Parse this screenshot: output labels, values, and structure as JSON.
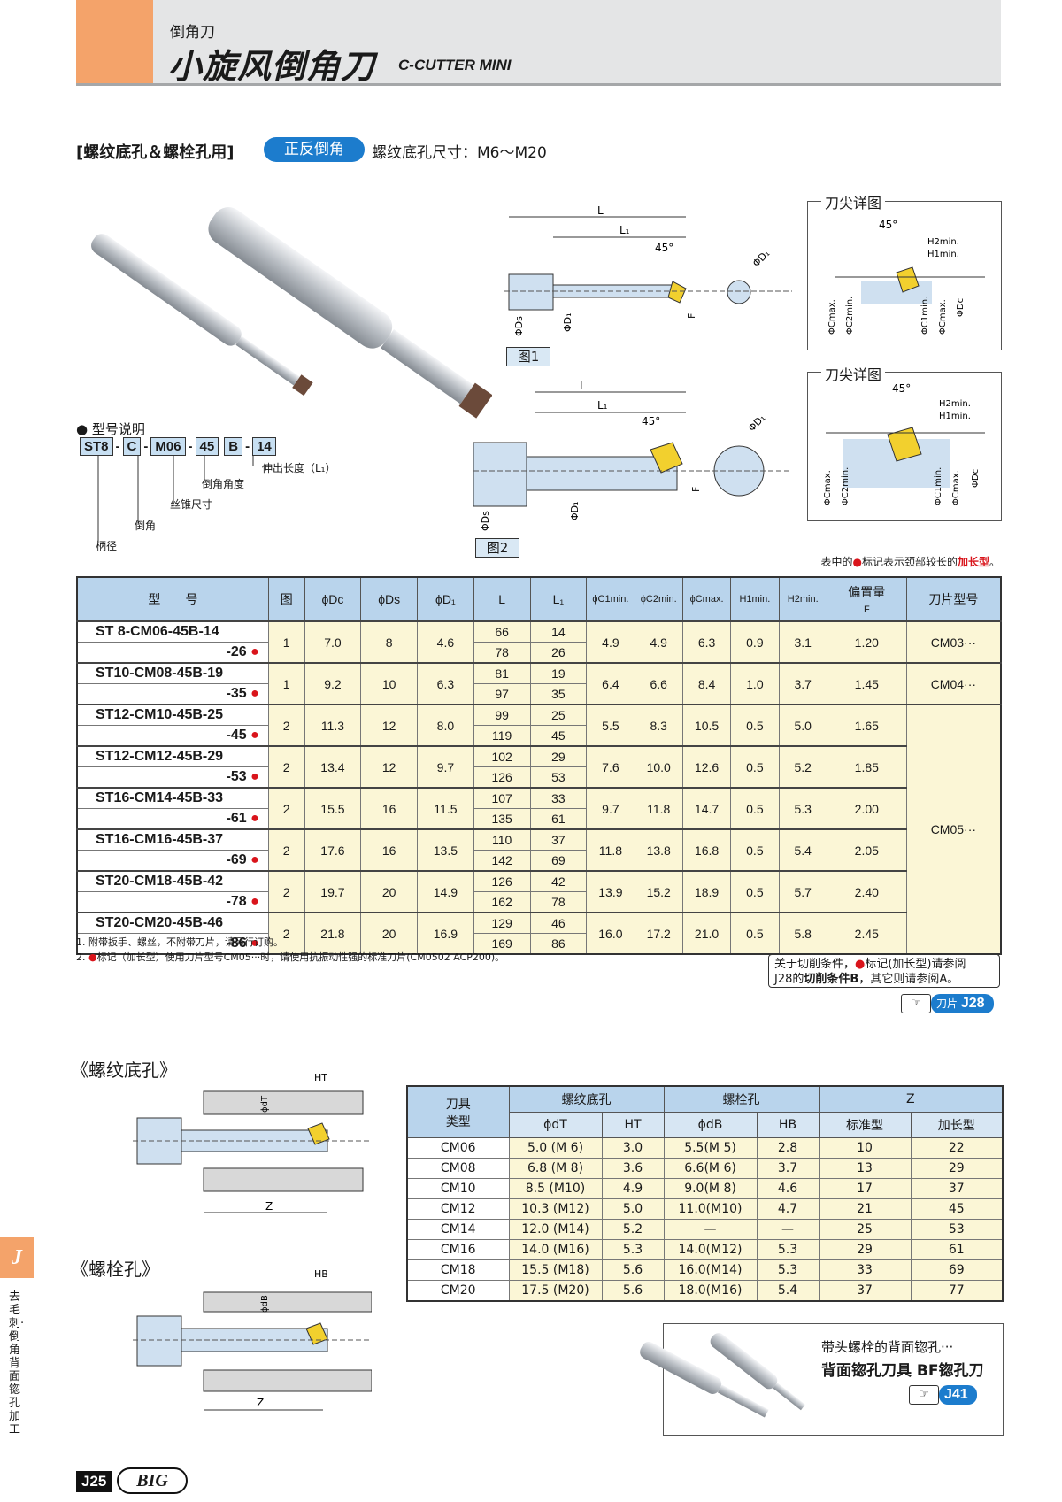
{
  "header": {
    "category": "倒角刀",
    "title": "小旋风倒角刀",
    "title_en": "C-CUTTER MINI"
  },
  "intro": {
    "section_label": "[螺纹底孔＆螺栓孔用]",
    "pill": "正反倒角",
    "size_text": "螺纹底孔尺寸：M6～M20"
  },
  "diagrams": {
    "tip_detail_title": "刀尖详图",
    "fig1_label": "图1",
    "fig2_label": "图2",
    "dim_L": "L",
    "dim_L1": "L₁",
    "angle": "45°",
    "phi_D1": "ΦD₁",
    "phi_Ds": "ΦDs",
    "F": "F",
    "H2min": "H2min.",
    "H1min": "H1min.",
    "phi_Dc": "ΦDc",
    "phi_Cmax": "ΦCmax.",
    "phi_C2min": "ΦC2min.",
    "phi_C1min": "ΦC1min."
  },
  "model_explain": {
    "title": "● 型号说明",
    "codes": [
      "ST8",
      "C",
      "M06",
      "45",
      "B",
      "14"
    ],
    "notes": {
      "shank": "柄径",
      "chamfer": "倒角",
      "tap": "丝锥尺寸",
      "angle": "倒角角度",
      "length": "伸出长度（L₁）"
    }
  },
  "table_note": {
    "prefix": "表中的",
    "mid": "标记表示颈部较长的",
    "highlight": "加长型",
    "suffix": "。"
  },
  "table1": {
    "headers": [
      "型　　号",
      "图",
      "ϕDc",
      "ϕDs",
      "ϕD₁",
      "L",
      "L₁",
      "ϕC1min.",
      "ϕC2min.",
      "ϕCmax.",
      "H1min.",
      "H2min.",
      "偏置量",
      "F",
      "刀片型号"
    ],
    "rows": [
      {
        "model": "ST 8-CM06-45B-14",
        "ext": "-26",
        "fig": "1",
        "dc": "7.0",
        "ds": "8",
        "d1": "4.6",
        "L": [
          "66",
          "78"
        ],
        "L1": [
          "14",
          "26"
        ],
        "c1": "4.9",
        "c2": "4.9",
        "cmax": "6.3",
        "h1": "0.9",
        "h2": "3.1",
        "f": "1.20",
        "insert": "CM03···"
      },
      {
        "model": "ST10-CM08-45B-19",
        "ext": "-35",
        "fig": "1",
        "dc": "9.2",
        "ds": "10",
        "d1": "6.3",
        "L": [
          "81",
          "97"
        ],
        "L1": [
          "19",
          "35"
        ],
        "c1": "6.4",
        "c2": "6.6",
        "cmax": "8.4",
        "h1": "1.0",
        "h2": "3.7",
        "f": "1.45",
        "insert": "CM04···"
      },
      {
        "model": "ST12-CM10-45B-25",
        "ext": "-45",
        "fig": "2",
        "dc": "11.3",
        "ds": "12",
        "d1": "8.0",
        "L": [
          "99",
          "119"
        ],
        "L1": [
          "25",
          "45"
        ],
        "c1": "5.5",
        "c2": "8.3",
        "cmax": "10.5",
        "h1": "0.5",
        "h2": "5.0",
        "f": "1.65",
        "insert": ""
      },
      {
        "model": "ST12-CM12-45B-29",
        "ext": "-53",
        "fig": "2",
        "dc": "13.4",
        "ds": "12",
        "d1": "9.7",
        "L": [
          "102",
          "126"
        ],
        "L1": [
          "29",
          "53"
        ],
        "c1": "7.6",
        "c2": "10.0",
        "cmax": "12.6",
        "h1": "0.5",
        "h2": "5.2",
        "f": "1.85",
        "insert": ""
      },
      {
        "model": "ST16-CM14-45B-33",
        "ext": "-61",
        "fig": "2",
        "dc": "15.5",
        "ds": "16",
        "d1": "11.5",
        "L": [
          "107",
          "135"
        ],
        "L1": [
          "33",
          "61"
        ],
        "c1": "9.7",
        "c2": "11.8",
        "cmax": "14.7",
        "h1": "0.5",
        "h2": "5.3",
        "f": "2.00",
        "insert": ""
      },
      {
        "model": "ST16-CM16-45B-37",
        "ext": "-69",
        "fig": "2",
        "dc": "17.6",
        "ds": "16",
        "d1": "13.5",
        "L": [
          "110",
          "142"
        ],
        "L1": [
          "37",
          "69"
        ],
        "c1": "11.8",
        "c2": "13.8",
        "cmax": "16.8",
        "h1": "0.5",
        "h2": "5.4",
        "f": "2.05",
        "insert": ""
      },
      {
        "model": "ST20-CM18-45B-42",
        "ext": "-78",
        "fig": "2",
        "dc": "19.7",
        "ds": "20",
        "d1": "14.9",
        "L": [
          "126",
          "162"
        ],
        "L1": [
          "42",
          "78"
        ],
        "c1": "13.9",
        "c2": "15.2",
        "cmax": "18.9",
        "h1": "0.5",
        "h2": "5.7",
        "f": "2.40",
        "insert": ""
      },
      {
        "model": "ST20-CM20-45B-46",
        "ext": "-86",
        "fig": "2",
        "dc": "21.8",
        "ds": "20",
        "d1": "16.9",
        "L": [
          "129",
          "169"
        ],
        "L1": [
          "46",
          "86"
        ],
        "c1": "16.0",
        "c2": "17.2",
        "cmax": "21.0",
        "h1": "0.5",
        "h2": "5.8",
        "f": "2.45",
        "insert": ""
      }
    ],
    "merged_insert": "CM05···"
  },
  "notes": {
    "n1": "1. 附带扳手、螺丝，不附带刀片，请另行订购。",
    "n2a": "2. ",
    "n2b": "标记（加长型）使用刀片型号CM05···时，请使用抗振动性强的标准刀片(CM0502 ACP200)。"
  },
  "cut_box": {
    "line1a": "关于切削条件，",
    "line1b": "标记(加长型)请参阅",
    "line2a": "J28的",
    "line2b": "切削条件B",
    "line2c": "，其它则请参阅A。"
  },
  "refs": {
    "insert_label": "刀片",
    "insert_page": "J28",
    "promo_page": "J41"
  },
  "bottom": {
    "thread_title": "《螺纹底孔》",
    "bolt_title": "《螺栓孔》",
    "dim_HT": "HT",
    "dim_HB": "HB",
    "dim_dT": "ϕdT",
    "dim_dB": "ϕdB",
    "dim_Z": "Z"
  },
  "table2": {
    "h_type": "刀具\n类型",
    "h_thread": "螺纹底孔",
    "h_bolt": "螺栓孔",
    "h_z": "Z",
    "h_dT": "ϕdT",
    "h_HT": "HT",
    "h_dB": "ϕdB",
    "h_HB": "HB",
    "h_std": "标准型",
    "h_ext": "加长型",
    "rows": [
      [
        "CM06",
        "5.0 (M 6)",
        "3.0",
        "5.5(M 5)",
        "2.8",
        "10",
        "22"
      ],
      [
        "CM08",
        "6.8 (M 8)",
        "3.6",
        "6.6(M 6)",
        "3.7",
        "13",
        "29"
      ],
      [
        "CM10",
        "8.5 (M10)",
        "4.9",
        "9.0(M 8)",
        "4.6",
        "17",
        "37"
      ],
      [
        "CM12",
        "10.3 (M12)",
        "5.0",
        "11.0(M10)",
        "4.7",
        "21",
        "45"
      ],
      [
        "CM14",
        "12.0 (M14)",
        "5.2",
        "—",
        "—",
        "25",
        "53"
      ],
      [
        "CM16",
        "14.0 (M16)",
        "5.3",
        "14.0(M12)",
        "5.3",
        "29",
        "61"
      ],
      [
        "CM18",
        "15.5 (M18)",
        "5.6",
        "16.0(M14)",
        "5.3",
        "33",
        "69"
      ],
      [
        "CM20",
        "17.5 (M20)",
        "5.6",
        "18.0(M16)",
        "5.4",
        "37",
        "77"
      ]
    ]
  },
  "promo": {
    "sub": "带头螺栓的背面锪孔···",
    "main": "背面锪孔刀具 BF锪孔刀"
  },
  "sidebar": {
    "letter": "J",
    "text": "去毛刺·倒角背面锪孔加工"
  },
  "footer": {
    "page": "J25",
    "logo": "BIG"
  }
}
